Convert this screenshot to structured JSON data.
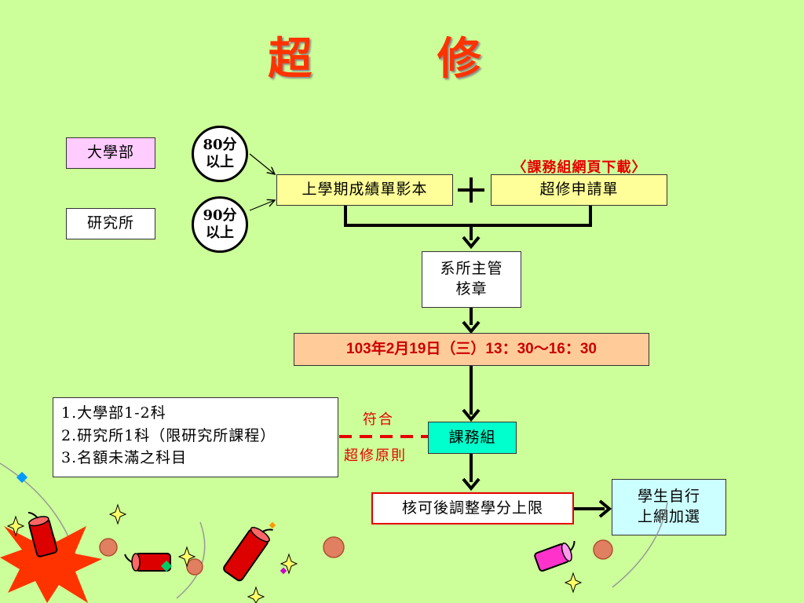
{
  "title": "超  修",
  "undergrad_label": "大學部",
  "grad_label": "研究所",
  "undergrad_score": {
    "line1": "80分",
    "line2": "以上"
  },
  "grad_score": {
    "line1": "90分",
    "line2": "以上"
  },
  "transcript_label": "上學期成績單影本",
  "application_label": "超修申請單",
  "download_note": "〈課務組網頁下載〉",
  "dept_approval": {
    "line1": "系所主管",
    "line2": "核章"
  },
  "deadline": "103年2月19日（三）13：30～16：30",
  "office_label": "課務組",
  "match_label": "符合",
  "principle_label": "超修原則",
  "rules": [
    "1.大學部1-2科",
    "2.研究所1科（限研究所課程）",
    "3.名額未滿之科目"
  ],
  "adjust_label": "核可後調整學分上限",
  "student_action": {
    "line1": "學生自行",
    "line2": "上網加選"
  },
  "colors": {
    "background": "#ccff99",
    "title": "#ff3300",
    "undergrad_box": "#ffccff",
    "yellow_box": "#ffff99",
    "deadline_box": "#ffcc99",
    "office_box": "#00ffcc",
    "student_box": "#ccffff",
    "accent_red": "#e60000"
  }
}
